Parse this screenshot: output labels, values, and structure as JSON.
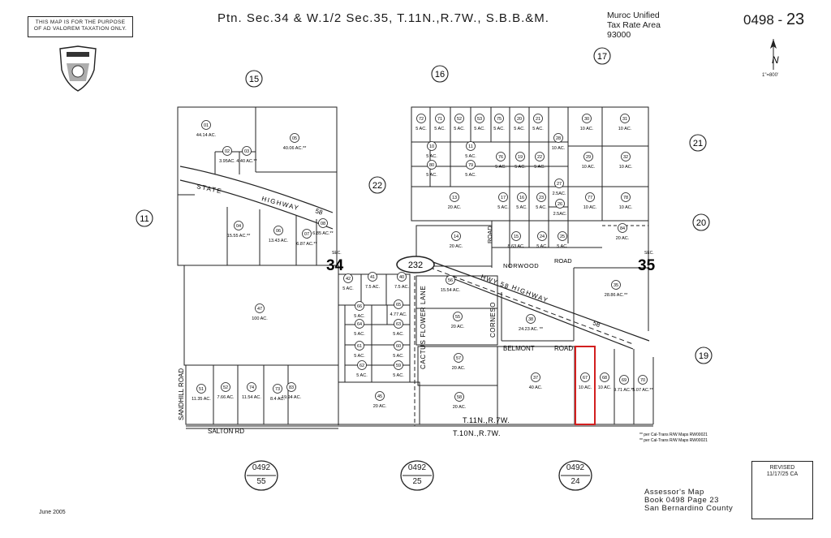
{
  "header": {
    "disclaimer_line1": "THIS MAP IS FOR THE PURPOSE",
    "disclaimer_line2": "OF AD VALOREM TAXATION ONLY.",
    "title": "Ptn. Sec.34 & W.1/2 Sec.35, T.11N.,R.7W., S.B.B.&M.",
    "tax_line1": "Muroc Unified",
    "tax_line2": "Tax Rate Area",
    "tax_line3": "93000",
    "map_book": "0498",
    "map_page": "23",
    "north_label": "N",
    "scale": "1\"=800'"
  },
  "sections": [
    "15",
    "16",
    "17",
    "21",
    "22",
    "11",
    "20",
    "19"
  ],
  "section_numbers": [
    "34",
    "35"
  ],
  "route_shield": "232",
  "roads": {
    "state_highway": "STATE",
    "highway_word": "HIGHWAY",
    "highway_num": "58",
    "hwy58": "HWY 58",
    "highway2": "HIGHWAY",
    "highway2_num": "58",
    "norwood": "NORWOOD",
    "road": "ROAD",
    "road2": "ROAD",
    "cactus": "CACTUS FLOWER LANE",
    "corneso": "CORNESO",
    "belmont": "BELMONT",
    "belmont_road": "ROAD",
    "sandhill": "SANDHILL ROAD",
    "salton": "SALTON RD",
    "sec": "SEC.",
    "sec2": "SEC."
  },
  "township": [
    "T.11N.,R.7W.",
    "T.10N.,R.7W."
  ],
  "notes": [
    "** per Cal-Trans R/W Maps RW00021",
    "** per Cal-Trans R/W Maps RW00021"
  ],
  "parcels": [
    {
      "id": "01",
      "area": "44.14 AC."
    },
    {
      "id": "05",
      "area": "40.06 AC.**"
    },
    {
      "id": "02",
      "area": "3.95AC."
    },
    {
      "id": "03",
      "area": "4.40 AC.**"
    },
    {
      "id": "04",
      "area": "15.55 AC.**"
    },
    {
      "id": "06",
      "area": "13.43 AC."
    },
    {
      "id": "07",
      "area": "6.87 AC.**"
    },
    {
      "id": "08",
      "area": "6.85 AC.**"
    },
    {
      "id": "47",
      "area": "100 AC."
    },
    {
      "id": "42",
      "area": "5 AC."
    },
    {
      "id": "41",
      "area": "7.5 AC."
    },
    {
      "id": "40",
      "area": "7.5 AC."
    },
    {
      "id": "66",
      "area": "5 AC."
    },
    {
      "id": "65",
      "area": "4.77 AC."
    },
    {
      "id": "64",
      "area": "5 AC."
    },
    {
      "id": "63",
      "area": "5 AC."
    },
    {
      "id": "61",
      "area": "5 AC."
    },
    {
      "id": "60",
      "area": "5 AC."
    },
    {
      "id": "62",
      "area": "5 AC."
    },
    {
      "id": "59",
      "area": "5 AC."
    },
    {
      "id": "45",
      "area": "20 AC."
    },
    {
      "id": "51",
      "area": "11.35 AC."
    },
    {
      "id": "52",
      "area": "7.66 AC."
    },
    {
      "id": "74",
      "area": "11.54 AC."
    },
    {
      "id": "73",
      "area": "8.4 AC."
    },
    {
      "id": "83",
      "area": "19.94 AC."
    },
    {
      "id": "72",
      "area": "5 AC."
    },
    {
      "id": "71",
      "area": "5 AC."
    },
    {
      "id": "52",
      "area": "5 AC."
    },
    {
      "id": "53",
      "area": "5 AC."
    },
    {
      "id": "75",
      "area": "5 AC."
    },
    {
      "id": "20",
      "area": "5 AC."
    },
    {
      "id": "21",
      "area": "5 AC."
    },
    {
      "id": "28",
      "area": "10 AC."
    },
    {
      "id": "30",
      "area": "10 AC."
    },
    {
      "id": "31",
      "area": "10 AC."
    },
    {
      "id": "10",
      "area": "5 AC."
    },
    {
      "id": "11",
      "area": "5 AC."
    },
    {
      "id": "80",
      "area": "5 AC."
    },
    {
      "id": "79",
      "area": "5 AC."
    },
    {
      "id": "76",
      "area": "5 AC."
    },
    {
      "id": "19",
      "area": "5 AC."
    },
    {
      "id": "22",
      "area": "5 AC."
    },
    {
      "id": "29",
      "area": "10 AC."
    },
    {
      "id": "32",
      "area": "10 AC."
    },
    {
      "id": "13",
      "area": "20 AC."
    },
    {
      "id": "17",
      "area": "5 AC."
    },
    {
      "id": "16",
      "area": "5 AC."
    },
    {
      "id": "23",
      "area": "5 AC."
    },
    {
      "id": "27",
      "area": "2.5AC."
    },
    {
      "id": "26",
      "area": "2.5AC."
    },
    {
      "id": "77",
      "area": "10 AC."
    },
    {
      "id": "78",
      "area": "10 AC."
    },
    {
      "id": "14",
      "area": "20 AC."
    },
    {
      "id": "15",
      "area": "8.63 AC."
    },
    {
      "id": "24",
      "area": "5 AC."
    },
    {
      "id": "25",
      "area": "5 AC."
    },
    {
      "id": "84",
      "area": "20 AC."
    },
    {
      "id": "56",
      "area": "15.54 AC."
    },
    {
      "id": "55",
      "area": "20 AC."
    },
    {
      "id": "38",
      "area": "24.23 AC. **"
    },
    {
      "id": "35",
      "area": "28.86 AC.**"
    },
    {
      "id": "57",
      "area": "20 AC."
    },
    {
      "id": "58",
      "area": "20 AC."
    },
    {
      "id": "37",
      "area": "40 AC."
    },
    {
      "id": "67",
      "area": "10 AC."
    },
    {
      "id": "68",
      "area": "10 AC."
    },
    {
      "id": "69",
      "area": "9.71 AC.**"
    },
    {
      "id": "70",
      "area": "5.07 AC.**"
    }
  ],
  "refs": [
    {
      "book": "0492",
      "page": "55"
    },
    {
      "book": "0492",
      "page": "25"
    },
    {
      "book": "0492",
      "page": "24"
    }
  ],
  "footer": {
    "date": "June 2005",
    "revised_label": "REVISED",
    "revised_date": "11/17/25 CA",
    "book_line1": "Assessor's Map",
    "book_line2": "Book 0498 Page 23",
    "book_line3": "San Bernardino County"
  },
  "colors": {
    "line": "#222222",
    "highlight": "#d21f1f"
  }
}
